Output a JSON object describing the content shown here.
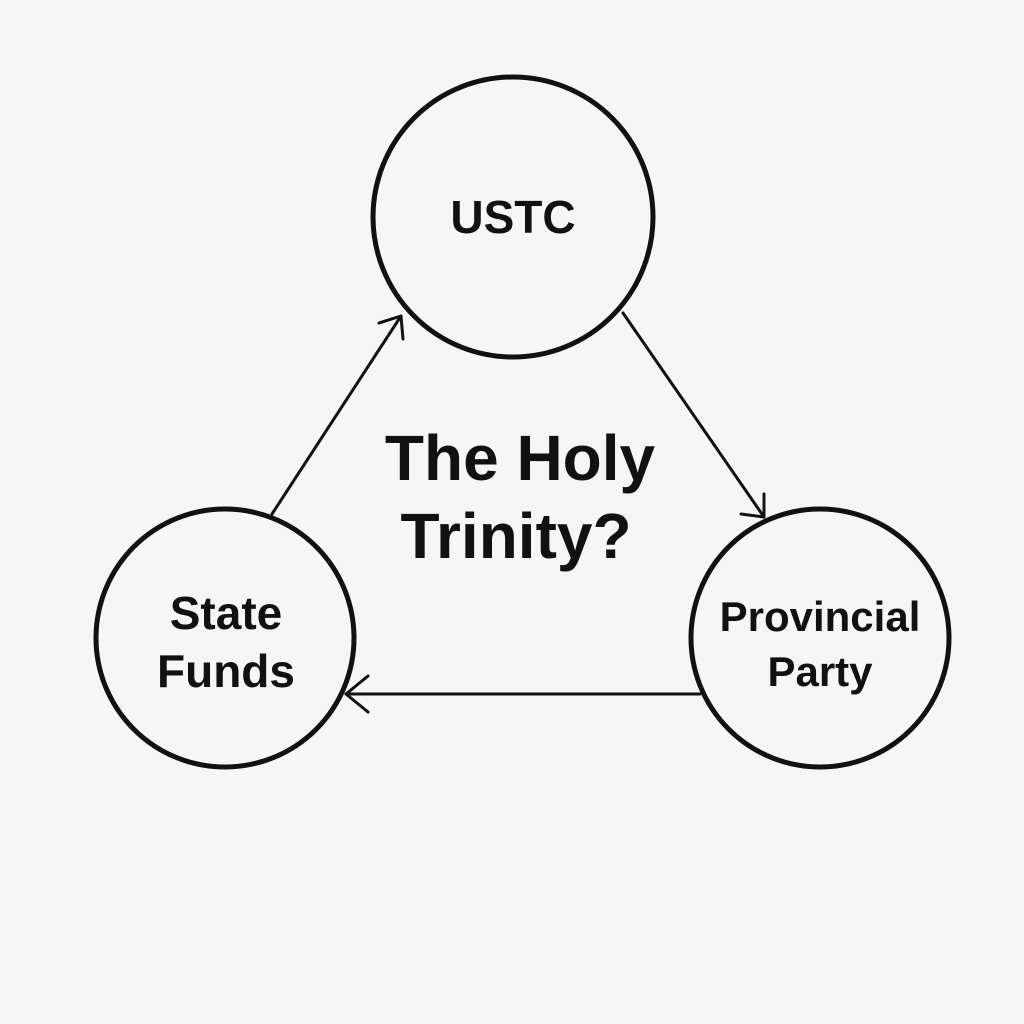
{
  "diagram": {
    "colors": {
      "background": "#f6f6f6",
      "stroke": "#111111",
      "node_fill": "#f6f6f6"
    },
    "center_title": {
      "line1": "The Holy",
      "line2": "Trinity?"
    },
    "nodes": {
      "ustc": {
        "label": "USTC"
      },
      "state_funds": {
        "line1": "State",
        "line2": "Funds"
      },
      "provincial_party": {
        "line1": "Provincial",
        "line2": "Party"
      }
    },
    "edges": [
      {
        "from": "state_funds",
        "to": "ustc"
      },
      {
        "from": "ustc",
        "to": "provincial_party"
      },
      {
        "from": "provincial_party",
        "to": "state_funds"
      }
    ]
  }
}
